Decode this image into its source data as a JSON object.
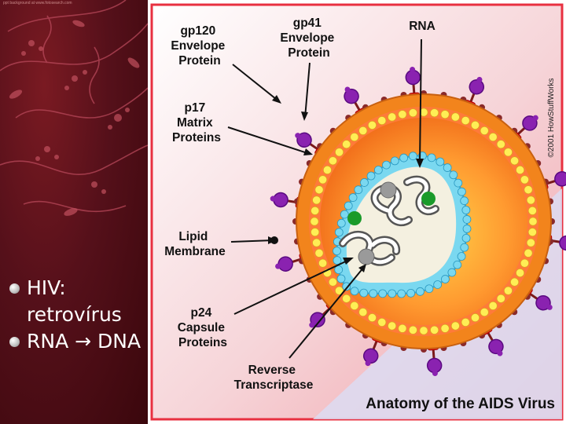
{
  "slide": {
    "bullets": [
      {
        "text": "HIV: retrovírus"
      },
      {
        "text": "RNA → DNA"
      }
    ],
    "template_credit": "ppt background at www.fotosearch.com"
  },
  "diagram": {
    "title": "Anatomy of the AIDS Virus",
    "copyright": "©2001 HowStuffWorks",
    "labels": {
      "gp120": [
        "gp120",
        "Envelope",
        "Protein"
      ],
      "gp41": [
        "gp41",
        "Envelope",
        "Protein"
      ],
      "rna": [
        "RNA"
      ],
      "p17": [
        "p17",
        "Matrix",
        "Proteins"
      ],
      "lipid": [
        "Lipid",
        "Membrane"
      ],
      "p24": [
        "p24",
        "Capsule",
        "Proteins"
      ],
      "rt": [
        "Reverse",
        "Transcriptase"
      ]
    },
    "colors": {
      "envelope_red": "#e81818",
      "knob_purple": "#8a22b0",
      "matrix_yellow": "#ffee55",
      "capsid_blue": "#7ad8f0",
      "rna_core": "#f4f0e0",
      "enzyme_green": "#1a9a2a",
      "enzyme_gray": "#9a9a9a"
    }
  }
}
